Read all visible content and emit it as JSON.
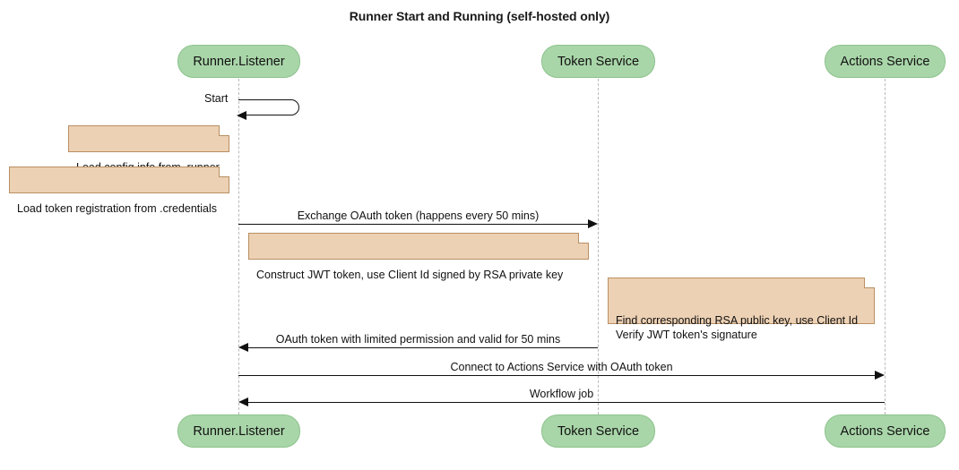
{
  "diagram": {
    "title": "Runner Start and Running (self-hosted only)",
    "type": "sequence-diagram",
    "colors": {
      "participant_fill": "#a9d6a9",
      "participant_border": "#8cc28c",
      "note_fill": "#edd1b4",
      "note_border": "#b98f63",
      "line": "#111111",
      "lifeline": "#b9b9b9",
      "background": "#ffffff"
    }
  },
  "participants": [
    {
      "id": "runner",
      "label": "Runner.Listener"
    },
    {
      "id": "token",
      "label": "Token Service"
    },
    {
      "id": "actions",
      "label": "Actions Service"
    }
  ],
  "participants_bottom": [
    {
      "id": "runner",
      "label": "Runner.Listener"
    },
    {
      "id": "token",
      "label": "Token Service"
    },
    {
      "id": "actions",
      "label": "Actions Service"
    }
  ],
  "messages": [
    {
      "id": "start",
      "label": "Start",
      "from": "runner",
      "to": "runner",
      "kind": "self"
    },
    {
      "id": "exchange",
      "label": "Exchange OAuth token (happens every 50 mins)",
      "from": "runner",
      "to": "token",
      "kind": "request",
      "direction": "right"
    },
    {
      "id": "oauth-token",
      "label": "OAuth token with limited permission and valid for 50 mins",
      "from": "token",
      "to": "runner",
      "kind": "response",
      "direction": "left"
    },
    {
      "id": "connect",
      "label": "Connect to Actions Service with OAuth token",
      "from": "runner",
      "to": "actions",
      "kind": "request",
      "direction": "right"
    },
    {
      "id": "workflow-job",
      "label": "Workflow job",
      "from": "actions",
      "to": "runner",
      "kind": "response",
      "direction": "left"
    }
  ],
  "notes": [
    {
      "id": "note-config",
      "text": "Load config info from .runner",
      "over": "runner"
    },
    {
      "id": "note-credentials",
      "text": "Load token registration from .credentials",
      "over": "runner"
    },
    {
      "id": "note-jwt",
      "text": "Construct JWT token, use Client Id signed by RSA private key",
      "over": "runner"
    },
    {
      "id": "note-verify",
      "line1": "Find corresponding RSA public key, use Client Id",
      "line2": "Verify JWT token's signature",
      "text": "Find corresponding RSA public key, use Client Id\nVerify JWT token's signature",
      "over": "token"
    }
  ]
}
